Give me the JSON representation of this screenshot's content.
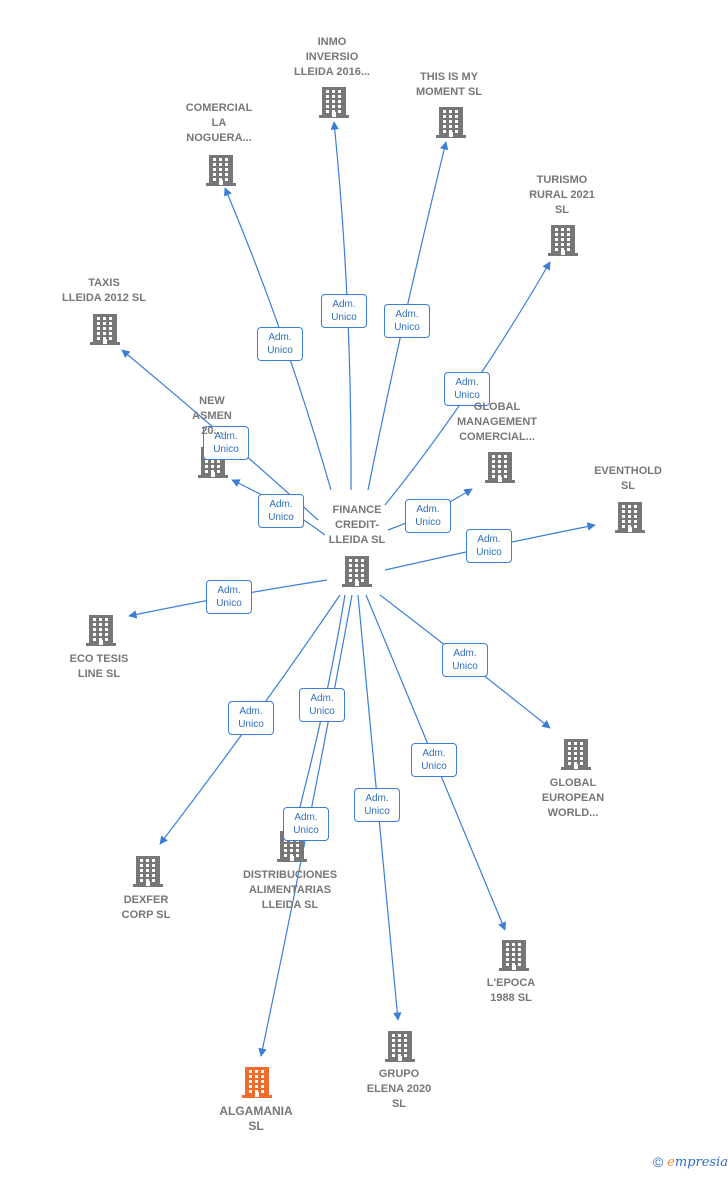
{
  "colors": {
    "edge": "#3a7fd5",
    "building": "#777777",
    "highlight": "#f26b2a"
  },
  "center": {
    "label": "FINANCE\nCREDIT-\nLLEIDA SL",
    "icon": "building-icon"
  },
  "edge_label": [
    "Adm.",
    "Unico"
  ],
  "nodes": [
    {
      "id": "inmo",
      "label": "INMO\nINVERSIO\nLLEIDA 2016...",
      "icon": "building-icon"
    },
    {
      "id": "thisis",
      "label": "THIS IS MY\nMOMENT  SL",
      "icon": "building-icon"
    },
    {
      "id": "comercial",
      "label": "COMERCIAL\nLA\nNOGUERA...",
      "icon": "building-icon"
    },
    {
      "id": "turismo",
      "label": "TURISMO\nRURAL 2021\nSL",
      "icon": "building-icon"
    },
    {
      "id": "taxis",
      "label": "TAXIS\nLLEIDA 2012 SL",
      "icon": "building-icon"
    },
    {
      "id": "newasmen",
      "label": "NEW\nASMEN\n20...",
      "icon": "building-icon"
    },
    {
      "id": "global_mgmt",
      "label": "GLOBAL\nMANAGEMENT\nCOMERCIAL...",
      "icon": "building-icon"
    },
    {
      "id": "eventhold",
      "label": "EVENTHOLD\nSL",
      "icon": "building-icon"
    },
    {
      "id": "ecotesis",
      "label": "ECO TESIS\nLINE  SL",
      "icon": "building-icon"
    },
    {
      "id": "global_eu",
      "label": "GLOBAL\nEUROPEAN\nWORLD...",
      "icon": "building-icon"
    },
    {
      "id": "distrib",
      "label": "DISTRIBUCIONES\nALIMENTARIAS\nLLEIDA  SL",
      "icon": "building-icon"
    },
    {
      "id": "dexfer",
      "label": "DEXFER\nCORP SL",
      "icon": "building-icon"
    },
    {
      "id": "lepoca",
      "label": "L'EPOCA\n1988  SL",
      "icon": "building-icon"
    },
    {
      "id": "grupo",
      "label": "GRUPO\nELENA 2020\nSL",
      "icon": "building-icon"
    },
    {
      "id": "algamania",
      "label": "ALGAMANIA\nSL",
      "icon": "building-icon",
      "highlight": true
    }
  ],
  "footer": {
    "copyright": "©",
    "brand_first": "e",
    "brand_rest": "mpresia"
  }
}
